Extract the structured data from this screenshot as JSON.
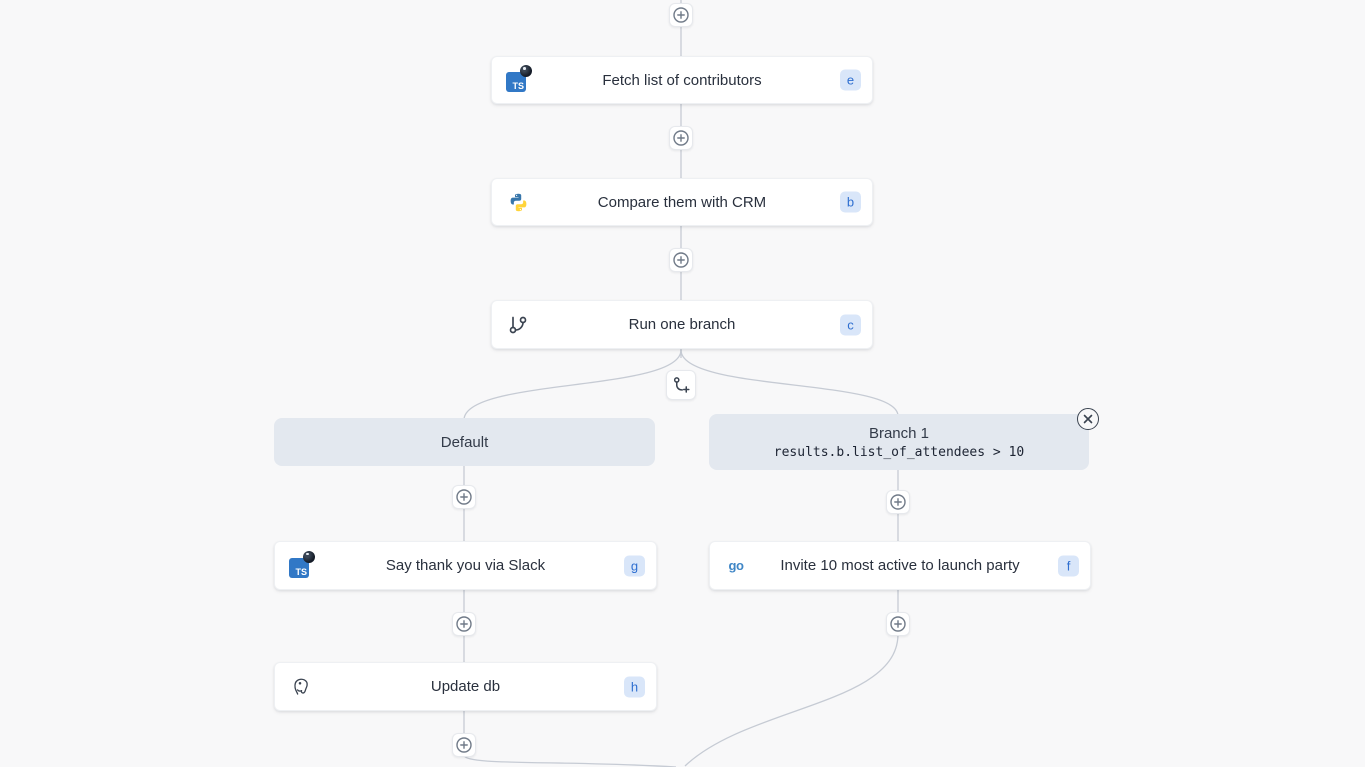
{
  "flow": {
    "steps": [
      {
        "id": "fetch",
        "label": "Fetch list of contributors",
        "badge": "e",
        "icon": "typescript"
      },
      {
        "id": "compare",
        "label": "Compare them with CRM",
        "badge": "b",
        "icon": "python"
      },
      {
        "id": "branch",
        "label": "Run one branch",
        "badge": "c",
        "icon": "git-branch"
      },
      {
        "id": "slack",
        "label": "Say thank you via Slack",
        "badge": "g",
        "icon": "typescript"
      },
      {
        "id": "update",
        "label": "Update db",
        "badge": "h",
        "icon": "postgresql"
      },
      {
        "id": "invite",
        "label": "Invite 10 most active to launch party",
        "badge": "f",
        "icon": "go"
      }
    ],
    "branches": {
      "default_label": "Default",
      "branch1_title": "Branch 1",
      "branch1_condition": "results.b.list_of_attendees > 10"
    }
  },
  "icons": {
    "ts_label": "TS",
    "go_label": "go"
  },
  "colors": {
    "canvas_bg": "#f8f8f9",
    "edge": "#c6cbd4",
    "node_bg": "#ffffff",
    "branch_header_bg": "#e3e8ef",
    "badge_bg": "#d9e6f9",
    "badge_text": "#2f6fd0",
    "typescript_blue": "#3178c6",
    "python_blue": "#3776ab",
    "python_yellow": "#ffd43b",
    "go_blue": "#3f86c6"
  }
}
